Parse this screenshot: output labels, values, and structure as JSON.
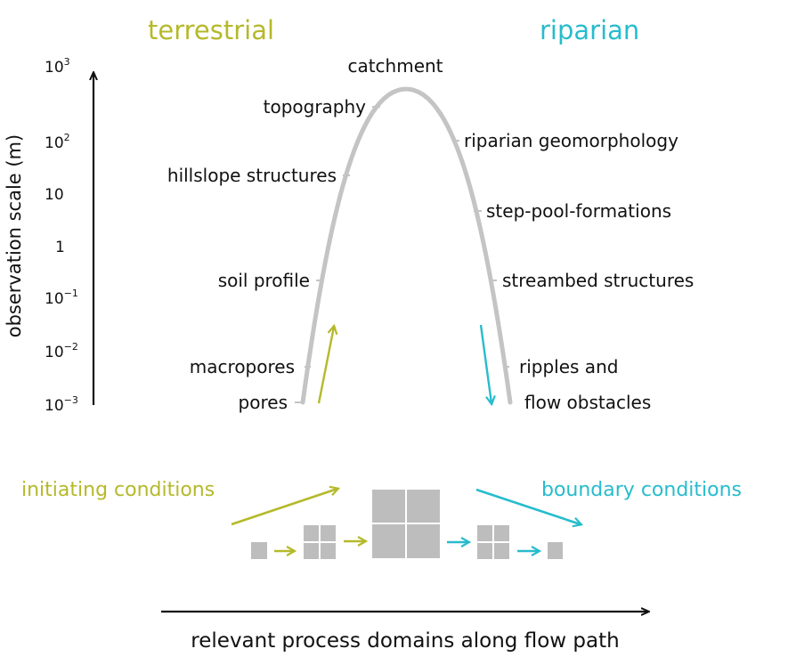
{
  "colors": {
    "terrestrial": "#b5b92a",
    "riparian": "#27bccd",
    "curve": "#c4c4c4",
    "boxes": "#bdbdbd",
    "text": "#111111"
  },
  "headers": {
    "left": "terrestrial",
    "right": "riparian"
  },
  "y_axis": {
    "title": "observation scale (m)",
    "ticks": [
      {
        "base": "10",
        "exp": "3"
      },
      {
        "base": "10",
        "exp": "2"
      },
      {
        "base": "10",
        "exp": ""
      },
      {
        "base": "1",
        "exp": ""
      },
      {
        "base": "10",
        "exp": "−1"
      },
      {
        "base": "10",
        "exp": "−2"
      },
      {
        "base": "10",
        "exp": "−3"
      }
    ]
  },
  "curve": {
    "peak_label": "catchment",
    "left_labels": [
      "topography",
      "hillslope structures",
      "soil profile",
      "macropores",
      "pores"
    ],
    "right_labels": [
      "riparian geomorphology",
      "step-pool-formations",
      "streambed structures",
      "ripples and",
      "flow obstacles"
    ]
  },
  "bottom": {
    "initiating": "initiating conditions",
    "boundary": "boundary conditions",
    "x_axis_title": "relevant process domains along flow path"
  }
}
